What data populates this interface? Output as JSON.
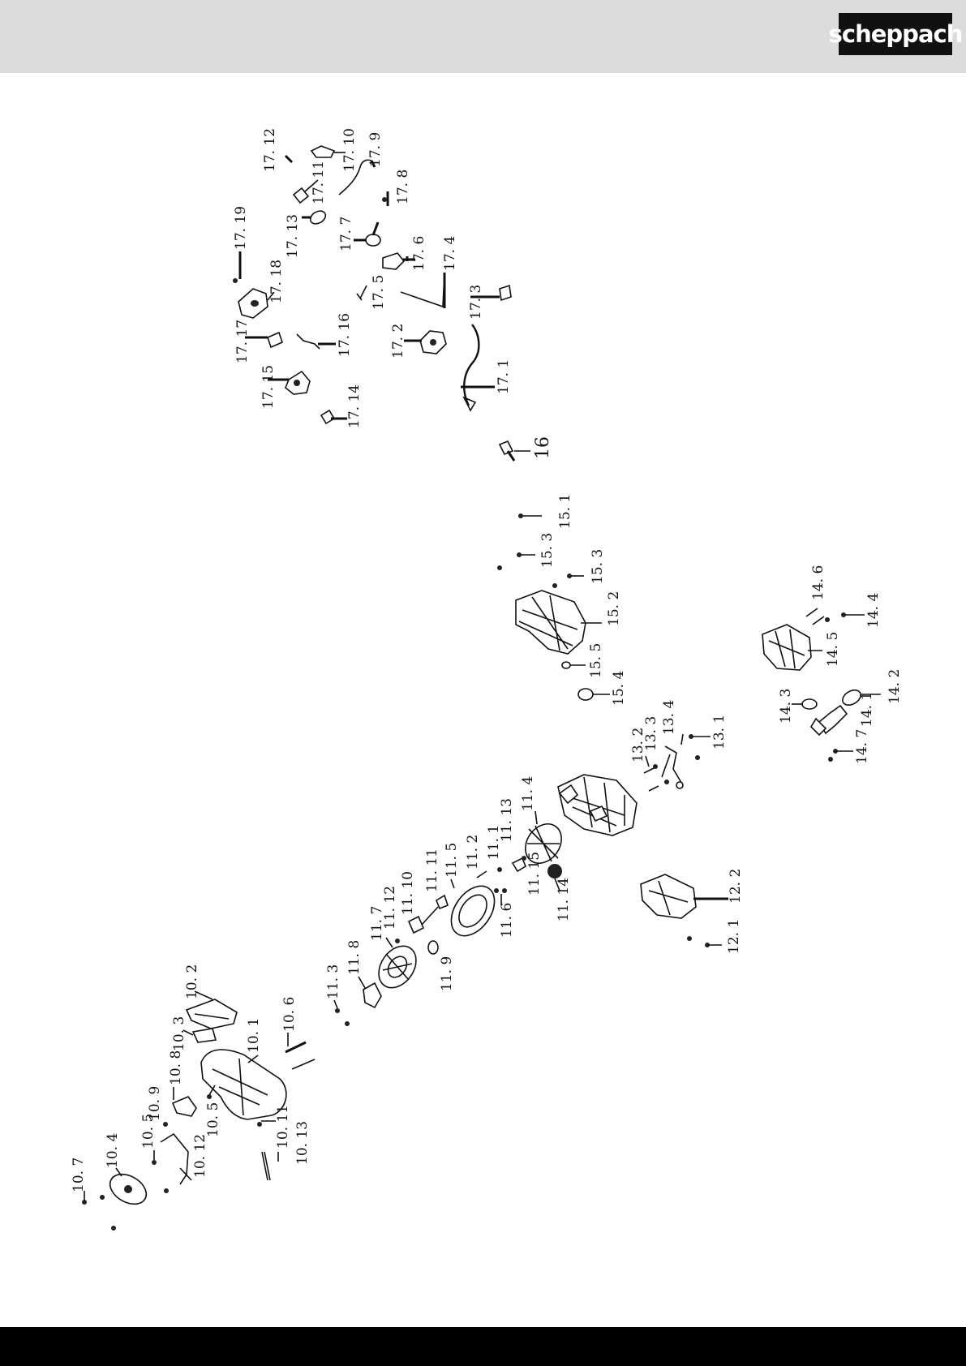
{
  "brand": {
    "logo_text": "scheppach"
  },
  "labels": {
    "l10_1": "10. 1",
    "l10_2": "10. 2",
    "l10_3": "10. 3",
    "l10_4": "10. 4",
    "l10_5a": "10. 5",
    "l10_5b": "10. 5",
    "l10_6": "10. 6",
    "l10_7": "10. 7",
    "l10_8": "10. 8",
    "l10_9": "10. 9",
    "l10_11": "10. 11",
    "l10_12": "10. 12",
    "l10_13": "10. 13",
    "l11_1": "11. 1",
    "l11_2": "11. 2",
    "l11_3": "11. 3",
    "l11_4": "11. 4",
    "l11_5": "11. 5",
    "l11_6": "11. 6",
    "l11_7": "11. 7",
    "l11_8": "11. 8",
    "l11_9": "11. 9",
    "l11_10": "11. 10",
    "l11_11": "11. 11",
    "l11_12": "11. 12",
    "l11_13": "11. 13",
    "l11_14": "11. 14",
    "l11_15": "11. 15",
    "l12_1": "12. 1",
    "l12_2": "12. 2",
    "l13_1": "13. 1",
    "l13_2": "13. 2",
    "l13_3": "13. 3",
    "l13_4": "13. 4",
    "l14_1": "14. 1",
    "l14_2": "14. 2",
    "l14_3": "14. 3",
    "l14_4": "14. 4",
    "l14_5": "14. 5",
    "l14_6": "14. 6",
    "l14_7": "14. 7",
    "l15_1": "15. 1",
    "l15_2": "15. 2",
    "l15_3a": "15. 3",
    "l15_3b": "15. 3",
    "l15_4": "15. 4",
    "l15_5": "15. 5",
    "l16": "16",
    "l17_1": "17. 1",
    "l17_2": "17. 2",
    "l17_3": "17. 3",
    "l17_4": "17. 4",
    "l17_5": "17. 5",
    "l17_6": "17. 6",
    "l17_7": "17. 7",
    "l17_8": "17. 8",
    "l17_9": "17. 9",
    "l17_10": "17. 10",
    "l17_11": "17. 11",
    "l17_12": "17. 12",
    "l17_13": "17. 13",
    "l17_14": "17. 14",
    "l17_15": "17. 15",
    "l17_16": "17. 16",
    "l17_17": "17. 17",
    "l17_18": "17. 18",
    "l17_19": "17. 19"
  },
  "colors": {
    "header_bg": "#dcdcdc",
    "footer_bg": "#000000",
    "logo_bg": "#111111"
  }
}
